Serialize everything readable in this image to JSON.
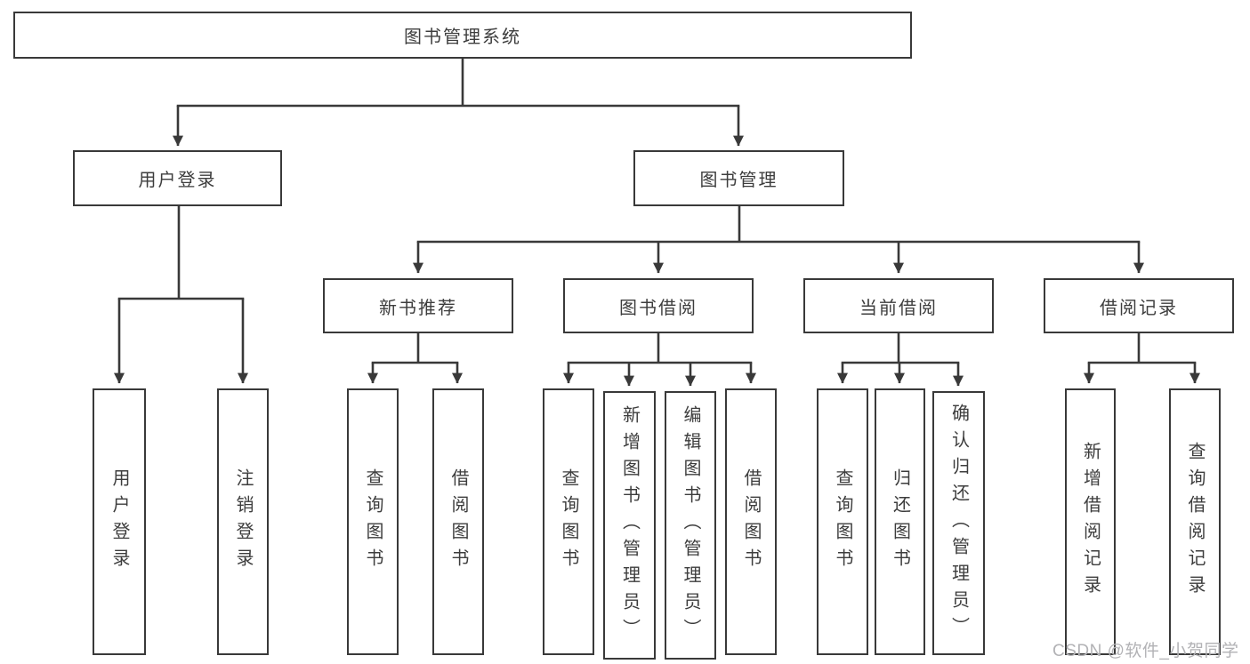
{
  "diagram": {
    "type": "hierarchy-tree",
    "colors": {
      "background": "#ffffff",
      "box_fill": "#ffffff",
      "box_border": "#393939",
      "connector_line": "#393939",
      "text": "#3d3d3d",
      "watermark_text": "#b2b2b5"
    },
    "tree": {
      "root": {
        "label": "图书管理系统"
      },
      "branches": [
        {
          "label": "用户登录",
          "children": [
            {
              "label": "用户登录"
            },
            {
              "label": "注销登录"
            }
          ]
        },
        {
          "label": "图书管理",
          "children": [
            {
              "label": "新书推荐",
              "children": [
                {
                  "label": "查询图书"
                },
                {
                  "label": "借阅图书"
                }
              ]
            },
            {
              "label": "图书借阅",
              "children": [
                {
                  "label": "查询图书"
                },
                {
                  "label": "新增图书（管理员）"
                },
                {
                  "label": "编辑图书（管理员）"
                },
                {
                  "label": "借阅图书"
                }
              ]
            },
            {
              "label": "当前借阅",
              "children": [
                {
                  "label": "查询图书"
                },
                {
                  "label": "归还图书"
                },
                {
                  "label": "确认归还（管理员）"
                }
              ]
            },
            {
              "label": "借阅记录",
              "children": [
                {
                  "label": "新增借阅记录"
                },
                {
                  "label": "查询借阅记录"
                }
              ]
            }
          ]
        }
      ]
    },
    "watermark": "CSDN @软件_小贺同学"
  }
}
